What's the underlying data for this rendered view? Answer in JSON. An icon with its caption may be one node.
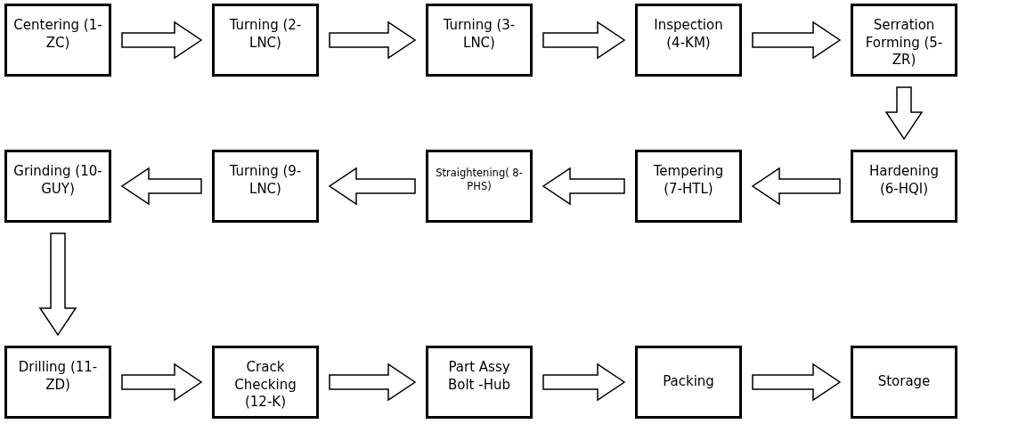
{
  "diagram": {
    "nodes": [
      {
        "text": [
          "Centering (1-ZC)"
        ]
      },
      {
        "text": [
          "Turning (2-LNC)"
        ]
      },
      {
        "text": [
          "Turning (3-LNC)"
        ]
      },
      {
        "text": [
          "Inspection (4-KM)"
        ]
      },
      {
        "text": [
          "Serration Forming (5-ZR)"
        ]
      },
      {
        "text": [
          "Grinding (10-GUY)"
        ]
      },
      {
        "text": [
          "Turning (9-LNC)"
        ]
      },
      {
        "text": [
          "Straightening( 8-PHS)"
        ]
      },
      {
        "text": [
          "Tempering (7-HTL)"
        ]
      },
      {
        "text": [
          "Hardening (6-HQI)"
        ]
      },
      {
        "text": [
          "Drilling (11-ZD)"
        ]
      },
      {
        "text": [
          "Crack Checking (12-K)"
        ]
      },
      {
        "text": [
          "Part Assy Bolt -Hub"
        ]
      },
      {
        "text": [
          "Packing"
        ]
      },
      {
        "text": [
          "Storage"
        ]
      }
    ],
    "edges": [
      {
        "from": 0,
        "to": 1,
        "arrow": "to"
      },
      {
        "from": 1,
        "to": 2,
        "arrow": "to"
      },
      {
        "from": 2,
        "to": 3,
        "arrow": "to"
      },
      {
        "from": 3,
        "to": 4,
        "arrow": "to"
      },
      {
        "from": 4,
        "to": 9,
        "arrow": "to"
      },
      {
        "from": 9,
        "to": 8,
        "arrow": "to"
      },
      {
        "from": 8,
        "to": 7,
        "arrow": "to"
      },
      {
        "from": 7,
        "to": 6,
        "arrow": "to"
      },
      {
        "from": 6,
        "to": 5,
        "arrow": "to"
      },
      {
        "from": 5,
        "to": 10,
        "arrow": "to"
      },
      {
        "from": 10,
        "to": 11,
        "arrow": "to"
      },
      {
        "from": 11,
        "to": 12,
        "arrow": "to"
      },
      {
        "from": 12,
        "to": 13,
        "arrow": "to"
      },
      {
        "from": 13,
        "to": 14,
        "arrow": "to"
      }
    ]
  }
}
